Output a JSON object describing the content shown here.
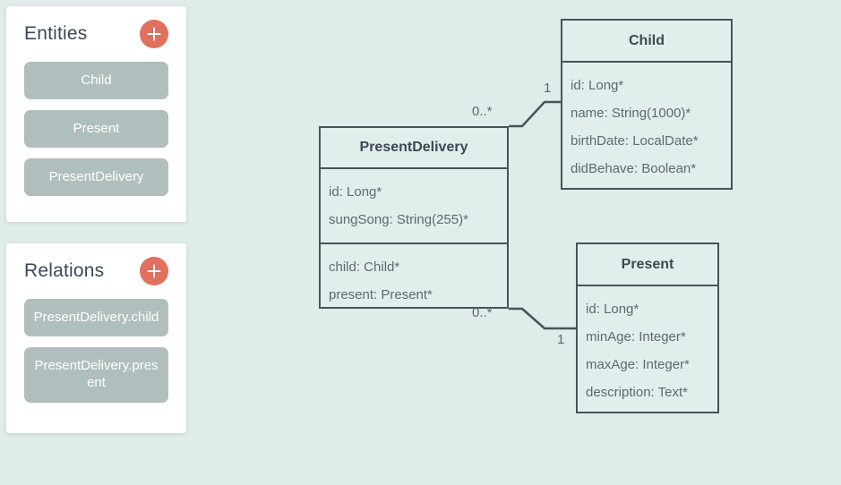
{
  "theme": {
    "background": "#e0ecea",
    "panel_background": "#ffffff",
    "accent": "#e1705e",
    "pill_background": "#b0bfbd",
    "box_border": "#44555b",
    "box_fill": "#e2eeec",
    "title_color": "#3c4858",
    "attr_color": "#5c6b70"
  },
  "sidebar": {
    "entities_panel": {
      "title": "Entities",
      "add_label": "+",
      "items": [
        {
          "label": "Child"
        },
        {
          "label": "Present"
        },
        {
          "label": "PresentDelivery"
        }
      ]
    },
    "relations_panel": {
      "title": "Relations",
      "add_label": "+",
      "items": [
        {
          "label": "PresentDelivery.child"
        },
        {
          "label": "PresentDelivery.present"
        }
      ]
    }
  },
  "diagram": {
    "entities": [
      {
        "name": "Child",
        "sections": [
          {
            "attributes": [
              "id: Long*",
              "name: String(1000)*",
              "birthDate: LocalDate*",
              "didBehave: Boolean*"
            ]
          }
        ]
      },
      {
        "name": "PresentDelivery",
        "sections": [
          {
            "attributes": [
              "id: Long*",
              "sungSong: String(255)*"
            ]
          },
          {
            "attributes": [
              "child: Child*",
              "present: Present*"
            ]
          }
        ]
      },
      {
        "name": "Present",
        "sections": [
          {
            "attributes": [
              "id: Long*",
              "minAge: Integer*",
              "maxAge: Integer*",
              "description: Text*"
            ]
          }
        ]
      }
    ],
    "relations": [
      {
        "from": "PresentDelivery",
        "to": "Child",
        "source_cardinality": "0..*",
        "target_cardinality": "1"
      },
      {
        "from": "PresentDelivery",
        "to": "Present",
        "source_cardinality": "0..*",
        "target_cardinality": "1"
      }
    ]
  }
}
